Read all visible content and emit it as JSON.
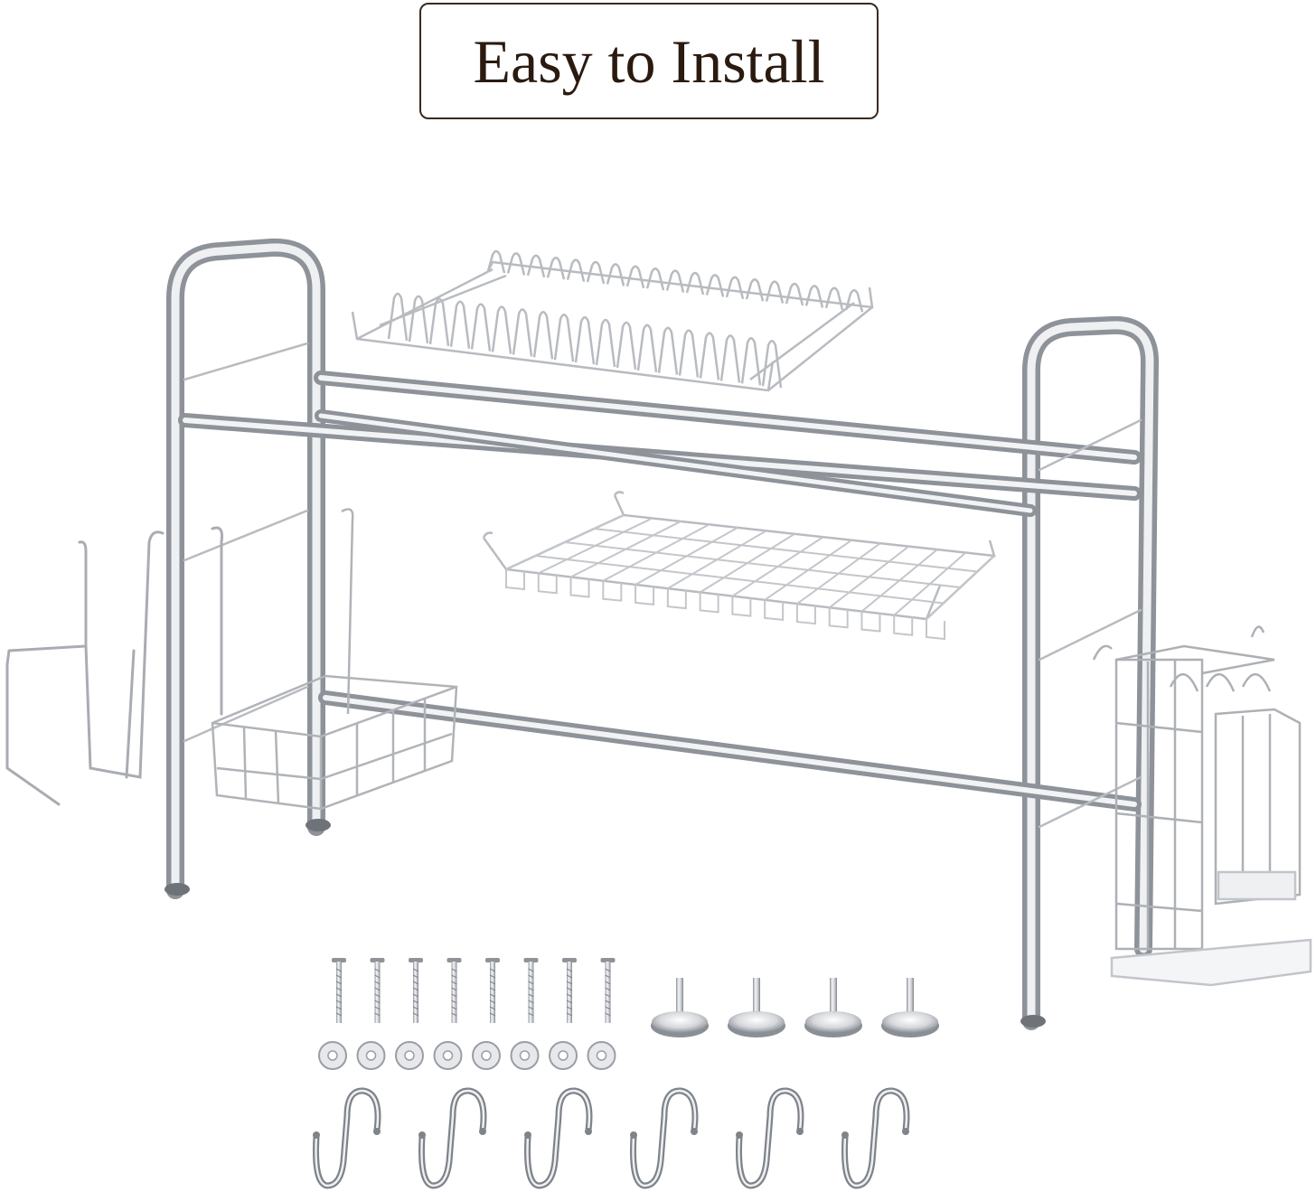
{
  "banner": {
    "title": "Easy to Install"
  },
  "colors": {
    "frame_border": "#3a2a1e",
    "title_text": "#2b1a10",
    "steel_light": "#f2f3f5",
    "steel_mid": "#c9ccd1",
    "steel_dark": "#8e9299",
    "wire": "#b8bbc0",
    "background": "#ffffff"
  },
  "scene": {
    "subject": "over-sink-dish-rack",
    "parts": [
      "rack-frame-icon",
      "dish-rack-icon",
      "bowl-rack-icon",
      "cutting-board-holder-icon",
      "sponge-basket-icon",
      "utensil-holder-icon",
      "screw-icon",
      "washer-icon",
      "adjustable-foot-icon",
      "s-hook-icon"
    ],
    "hardware_counts": {
      "screws": 8,
      "washers": 8,
      "feet": 4,
      "s_hooks": 6
    }
  }
}
